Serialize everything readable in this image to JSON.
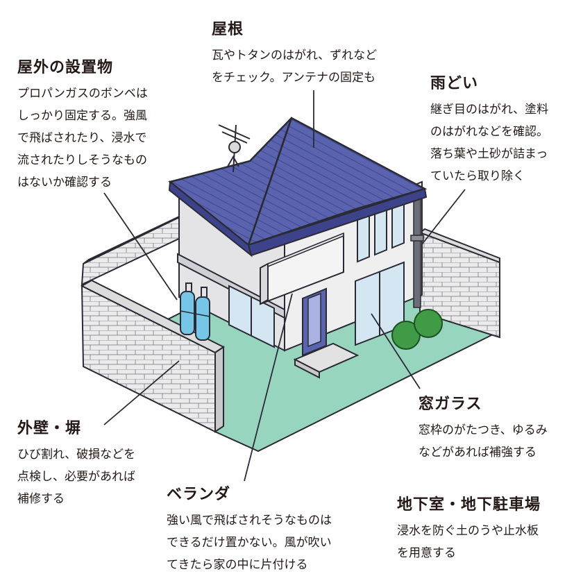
{
  "colors": {
    "roof": "#5a63ad",
    "roof_line": "#3c438a",
    "wall": "#e8e8e8",
    "wall_shadow": "#d2d3d6",
    "yard": "#98d5bf",
    "glass": "#d4e6f1",
    "brick": "#ebebeb",
    "outline": "#2a2a35",
    "text": "#231815"
  },
  "labels": {
    "roof": {
      "title": "屋根",
      "body": "瓦やトタンのはがれ、ずれなど\nをチェック。アンテナの固定も"
    },
    "outdoor": {
      "title": "屋外の設置物",
      "body": "プロパンガスのボンベは\nしっかり固定する。強風\nで飛ばされたり、浸水で\n流されたりしそうなもの\nはないか確認する"
    },
    "gutter": {
      "title": "雨どい",
      "body": "継ぎ目のはがれ、塗料\nのはがれなどを確認。\n落ち葉や土砂が詰まっ\nていたら取り除く"
    },
    "wall": {
      "title": "外壁・塀",
      "body": "ひび割れ、破損などを\n点検し、必要があれば\n補修する"
    },
    "window": {
      "title": "窓ガラス",
      "body": "窓枠のがたつき、ゆるみ\nなどがあれば補強する"
    },
    "veranda": {
      "title": "ベランダ",
      "body": "強い風で飛ばされそうなものは\nできるだけ置かない。風が吹い\nてきたら家の中に片付ける"
    },
    "basement": {
      "title": "地下室・地下駐車場",
      "body": "浸水を防ぐ土のうや止水板\nを用意する"
    }
  }
}
